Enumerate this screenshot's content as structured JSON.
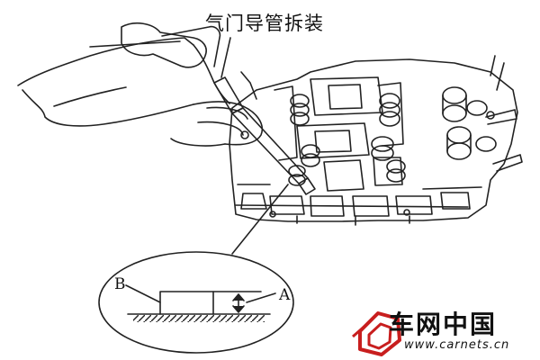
{
  "diagram": {
    "title": "气门导管拆装",
    "detail_labels": {
      "a": "A",
      "b": "B"
    }
  },
  "watermark": {
    "brand": "车网中国",
    "url": "www.carnets.cn"
  },
  "colors": {
    "line": "#222222",
    "background": "#ffffff",
    "logo_red": "#c81e1e"
  }
}
